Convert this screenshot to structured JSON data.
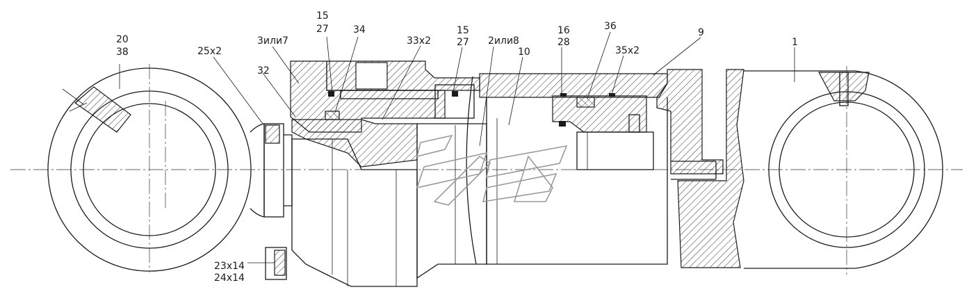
{
  "labels": {
    "l20": "20",
    "l38": "38",
    "l25x2": "25x2",
    "l3ili7": "3или7",
    "l32": "32",
    "l15a": "15",
    "l27a": "27",
    "l34": "34",
    "l33x2": "33x2",
    "l15b": "15",
    "l27b": "27",
    "l2ili8": "2или8",
    "l10": "10",
    "l16": "16",
    "l28": "28",
    "l36": "36",
    "l35x2": "35x2",
    "l9": "9",
    "l1": "1",
    "l23x14": "23x14",
    "l24x14": "24x14"
  }
}
